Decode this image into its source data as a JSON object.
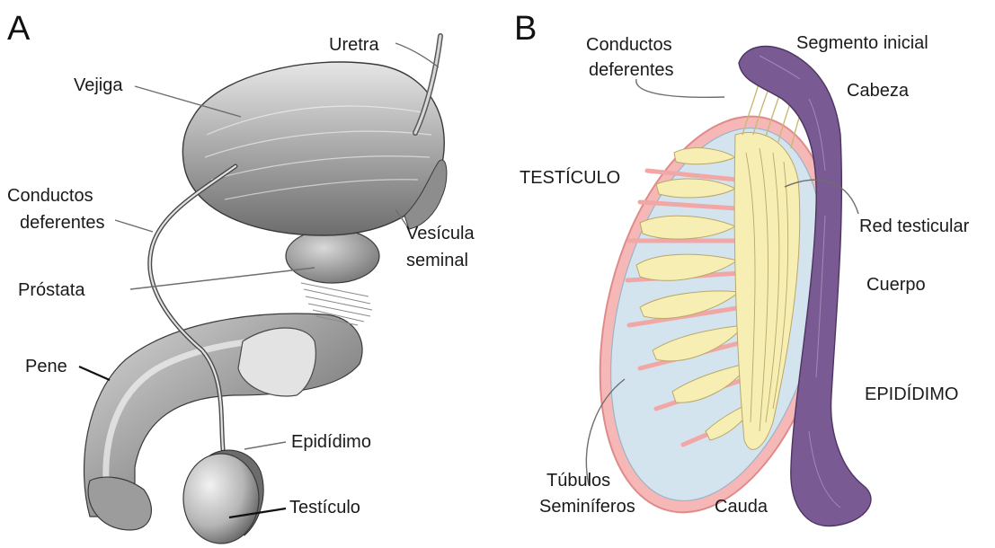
{
  "panel_a": {
    "letter": "A",
    "labels": {
      "uretra": "Uretra",
      "vejiga": "Vejiga",
      "conductos_1": "Conductos",
      "conductos_2": "deferentes",
      "vesicula_1": "Vesícula",
      "vesicula_2": "seminal",
      "prostata": "Próstata",
      "pene": "Pene",
      "epididimo": "Epidídimo",
      "testiculo": "Testículo"
    }
  },
  "panel_b": {
    "letter": "B",
    "labels": {
      "conductos_1": "Conductos",
      "conductos_2": "deferentes",
      "segmento": "Segmento inicial",
      "cabeza": "Cabeza",
      "testiculo": "TESTÍCULO",
      "red": "Red testicular",
      "cuerpo": "Cuerpo",
      "epididimo": "EPIDÍDIMO",
      "tubulos_1": "Túbulos",
      "tubulos_2": "Seminíferos",
      "cauda": "Cauda"
    }
  },
  "colors": {
    "tissue_gray": "#bdbdbd",
    "epididymis_purple": "#7a5a92",
    "tunica_pink": "#f2a7a7",
    "lobule_blue": "#cfe0ec",
    "tubule_yellow": "#f6ecb0"
  }
}
